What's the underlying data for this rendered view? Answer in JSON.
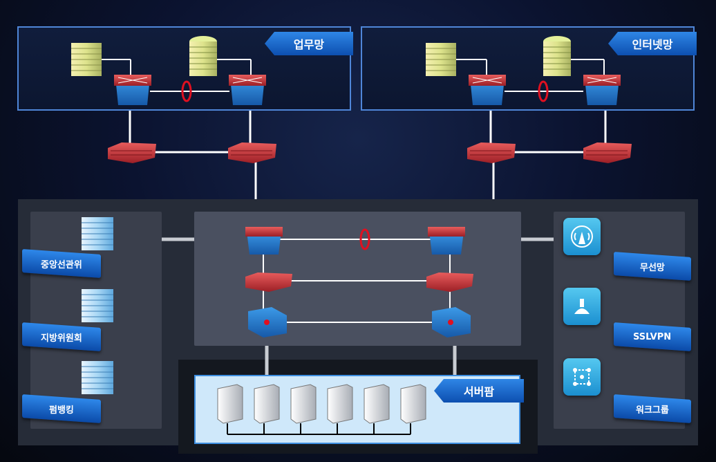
{
  "colors": {
    "accent": "#1e6fd0",
    "line": "#ffffff",
    "firewall": "#c8323a",
    "switch": "#2a7fd1",
    "ring": "#e01020"
  },
  "networks": {
    "business": {
      "label": "업무망"
    },
    "internet": {
      "label": "인터넷망"
    },
    "server_farm": {
      "label": "서버팜"
    }
  },
  "left_sites": [
    {
      "label": "중앙선관위",
      "icon": "building-icon"
    },
    {
      "label": "지방위원회",
      "icon": "building-icon"
    },
    {
      "label": "펌뱅킹",
      "icon": "building-icon"
    }
  ],
  "right_services": [
    {
      "label": "무선망",
      "icon": "wireless-tower-icon"
    },
    {
      "label": "SSLVPN",
      "icon": "vpn-icon"
    },
    {
      "label": "워크그룹",
      "icon": "workgroup-icon"
    }
  ],
  "server_count": 6
}
